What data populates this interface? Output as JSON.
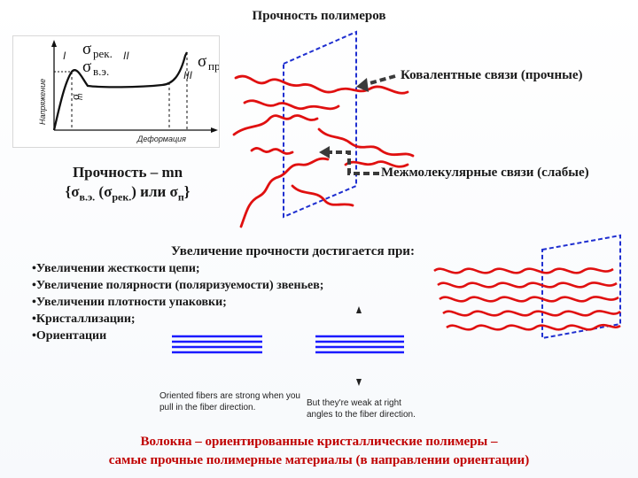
{
  "title": "Прочность полимеров",
  "graph": {
    "y_axis": "Напряжение",
    "x_axis": "Деформация",
    "region_1": "I",
    "region_2": "II",
    "region_3": "III",
    "sigma_rek": "рек.",
    "sigma_vz": "в.э.",
    "sigma_t": "т",
    "sigma_pr": "пр"
  },
  "strength": {
    "line1": "Прочность – mn",
    "line2_a": "{σ",
    "line2_b": "в.э.",
    "line2_c": " (σ",
    "line2_d": "рек.",
    "line2_e": ") или σ",
    "line2_f": "п",
    "line2_g": "}"
  },
  "labels": {
    "covalent": "Ковалентные связи (прочные)",
    "intermolecular": "Межмолекулярные связи (слабые)",
    "increase": "Увеличение прочности достигается при:"
  },
  "bullets": [
    "•Увеличении жесткости цепи;",
    "•Увеличение полярности (поляризуемости) звеньев;",
    "•Увеличении плотности упаковки;",
    "•Кристаллизации;",
    "•Ориентации"
  ],
  "captions": {
    "fiber_strong": "Oriented fibers are strong when you pull in the fiber direction.",
    "fiber_weak_a": "But they're weak at right",
    "fiber_weak_b": "angles to the fiber direction."
  },
  "conclusion": {
    "line1": "Волокна – ориентированные кристаллические полимеры –",
    "line2": "самые прочные полимерные материалы (в направлении ориентации)"
  },
  "colors": {
    "chain": "#e01010",
    "plane": "#1f2fd0",
    "fiber": "#1a1aff",
    "conclusion": "#c00000"
  }
}
